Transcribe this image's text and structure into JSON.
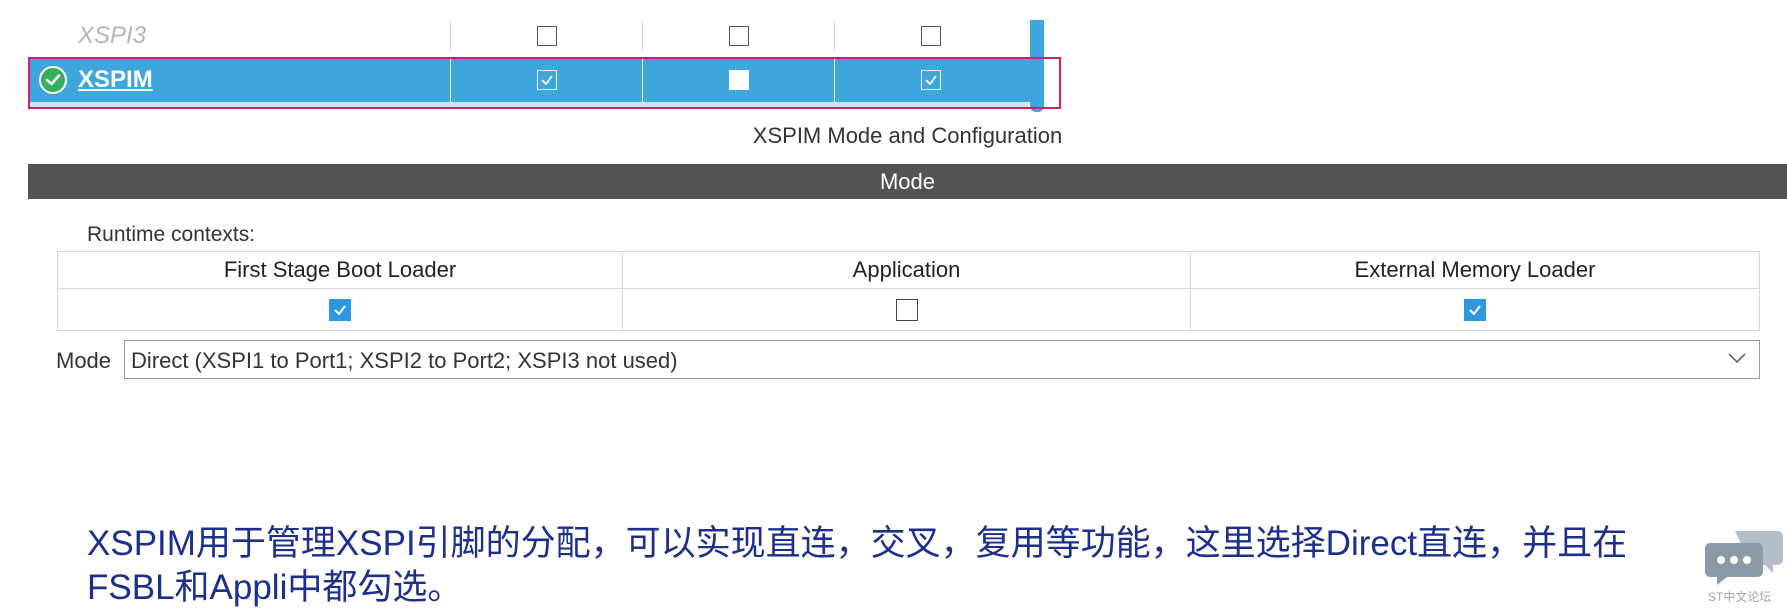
{
  "peripherals": [
    {
      "name": "XSPI3",
      "state": "disabled",
      "checks": [
        false,
        false,
        false
      ]
    },
    {
      "name": "XSPIM",
      "state": "selected",
      "checks": [
        true,
        false,
        true
      ]
    }
  ],
  "config_title": "XSPIM Mode and Configuration",
  "mode_bar_label": "Mode",
  "runtime": {
    "label": "Runtime contexts:",
    "contexts": [
      {
        "name": "First Stage Boot Loader",
        "checked": true
      },
      {
        "name": "Application",
        "checked": false
      },
      {
        "name": "External Memory Loader",
        "checked": true
      }
    ]
  },
  "mode": {
    "label": "Mode",
    "selected": "Direct (XSPI1 to Port1; XSPI2 to Port2; XSPI3 not used)"
  },
  "caption": "XSPIM用于管理XSPI引脚的分配，可以实现直连，交叉，复用等功能，这里选择Direct直连，并且在FSBL和Appli中都勾选。",
  "watermark": {
    "text": "ST中文论坛",
    "icon": "chat-bubbles-icon"
  },
  "colors": {
    "selection": "#3ca6dd",
    "frame": "#d0206a",
    "mode_bar": "#535353",
    "check_blue": "#2f97e0",
    "caption": "#1c2f8c"
  }
}
